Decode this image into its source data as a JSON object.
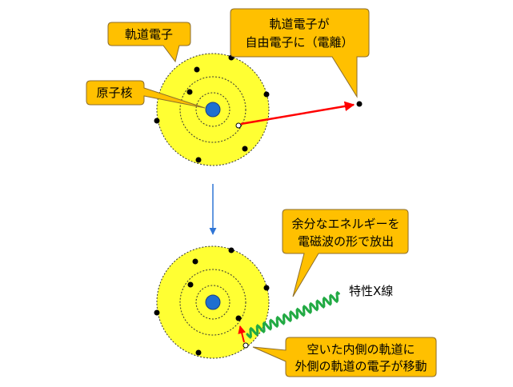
{
  "labels": {
    "orbital_electron": "軌道電子",
    "nucleus": "原子核",
    "ionization_line1": "軌道電子が",
    "ionization_line2": "自由電子に（電離）",
    "excess_energy_line1": "余分なエネルギーを",
    "excess_energy_line2": "電磁波の形で放出",
    "characteristic_xray": "特性X線",
    "transition_line1": "空いた内側の軌道に",
    "transition_line2": "外側の軌道の電子が移動"
  },
  "colors": {
    "atom_fill": "#ffff33",
    "nucleus_fill": "#1f6fd0",
    "callout_fill": "#ffc000",
    "arrow_red": "#ff0000",
    "arrow_blue": "#2f75d6",
    "wave_green": "#22aa44",
    "electron": "#000000"
  },
  "icons": {
    "atom_top": "atom-diagram-icon",
    "atom_bottom": "atom-diagram-icon",
    "xray_wave": "wave-icon"
  }
}
